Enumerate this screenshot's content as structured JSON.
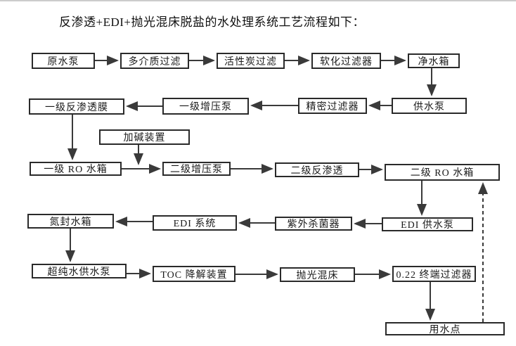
{
  "title": "反渗透+EDI+抛光混床脱盐的水处理系统工艺流程如下：",
  "colors": {
    "background": "#ffffff",
    "line": "#3a3a3a",
    "box_border": "#2a2a2a",
    "text": "#1a1a1a"
  },
  "diagram": {
    "type": "flowchart",
    "nodes": [
      {
        "id": "raw-water-pump",
        "label": "原水泵"
      },
      {
        "id": "multi-media-filter",
        "label": "多介质过滤"
      },
      {
        "id": "activated-carbon-filter",
        "label": "活性炭过滤"
      },
      {
        "id": "softening-filter",
        "label": "软化过滤器"
      },
      {
        "id": "clean-water-tank",
        "label": "净水箱"
      },
      {
        "id": "water-supply-pump",
        "label": "供水泵"
      },
      {
        "id": "precision-filter",
        "label": "精密过滤器"
      },
      {
        "id": "stage1-booster-pump",
        "label": "一级增压泵"
      },
      {
        "id": "stage1-ro-membrane",
        "label": "一级反渗透膜"
      },
      {
        "id": "alkali-dosing-unit",
        "label": "加碱装置"
      },
      {
        "id": "stage1-ro-tank",
        "label": "一级 RO 水箱"
      },
      {
        "id": "stage2-booster-pump",
        "label": "二级增压泵"
      },
      {
        "id": "stage2-ro",
        "label": "二级反渗透"
      },
      {
        "id": "stage2-ro-tank",
        "label": "二级 RO 水箱"
      },
      {
        "id": "edi-feed-pump",
        "label": "EDI 供水泵"
      },
      {
        "id": "uv-sterilizer",
        "label": "紫外杀菌器"
      },
      {
        "id": "edi-system",
        "label": "EDI 系统"
      },
      {
        "id": "nitrogen-sealed-tank",
        "label": "氮封水箱"
      },
      {
        "id": "ultrapure-feed-pump",
        "label": "超纯水供水泵"
      },
      {
        "id": "toc-reduction-unit",
        "label": "TOC 降解装置"
      },
      {
        "id": "polishing-mixed-bed",
        "label": "抛光混床"
      },
      {
        "id": "terminal-filter-022",
        "label": "0.22 终端过滤器"
      },
      {
        "id": "point-of-use",
        "label": "用水点"
      }
    ],
    "edges": [
      {
        "from": "原水泵",
        "to": "多介质过滤",
        "style": "solid"
      },
      {
        "from": "多介质过滤",
        "to": "活性炭过滤",
        "style": "solid"
      },
      {
        "from": "活性炭过滤",
        "to": "软化过滤器",
        "style": "solid"
      },
      {
        "from": "软化过滤器",
        "to": "净水箱",
        "style": "solid"
      },
      {
        "from": "净水箱",
        "to": "供水泵",
        "style": "solid"
      },
      {
        "from": "供水泵",
        "to": "精密过滤器",
        "style": "solid"
      },
      {
        "from": "精密过滤器",
        "to": "一级增压泵",
        "style": "solid"
      },
      {
        "from": "一级增压泵",
        "to": "一级反渗透膜",
        "style": "solid"
      },
      {
        "from": "一级反渗透膜",
        "to": "一级 RO 水箱",
        "style": "solid"
      },
      {
        "from": "加碱装置",
        "to": "一级 RO 水箱→二级增压泵 管线",
        "style": "solid"
      },
      {
        "from": "一级 RO 水箱",
        "to": "二级增压泵",
        "style": "solid"
      },
      {
        "from": "二级增压泵",
        "to": "二级反渗透",
        "style": "solid"
      },
      {
        "from": "二级反渗透",
        "to": "二级 RO 水箱",
        "style": "solid"
      },
      {
        "from": "二级 RO 水箱",
        "to": "EDI 供水泵",
        "style": "solid"
      },
      {
        "from": "EDI 供水泵",
        "to": "紫外杀菌器",
        "style": "solid"
      },
      {
        "from": "紫外杀菌器",
        "to": "EDI 系统",
        "style": "solid"
      },
      {
        "from": "EDI 系统",
        "to": "氮封水箱",
        "style": "solid"
      },
      {
        "from": "氮封水箱",
        "to": "超纯水供水泵",
        "style": "solid"
      },
      {
        "from": "超纯水供水泵",
        "to": "TOC 降解装置",
        "style": "solid"
      },
      {
        "from": "TOC 降解装置",
        "to": "抛光混床",
        "style": "solid"
      },
      {
        "from": "抛光混床",
        "to": "0.22 终端过滤器",
        "style": "solid"
      },
      {
        "from": "0.22 终端过滤器",
        "to": "用水点",
        "style": "solid"
      },
      {
        "from": "用水点",
        "to": "二级 RO 水箱",
        "style": "dashed"
      }
    ]
  }
}
